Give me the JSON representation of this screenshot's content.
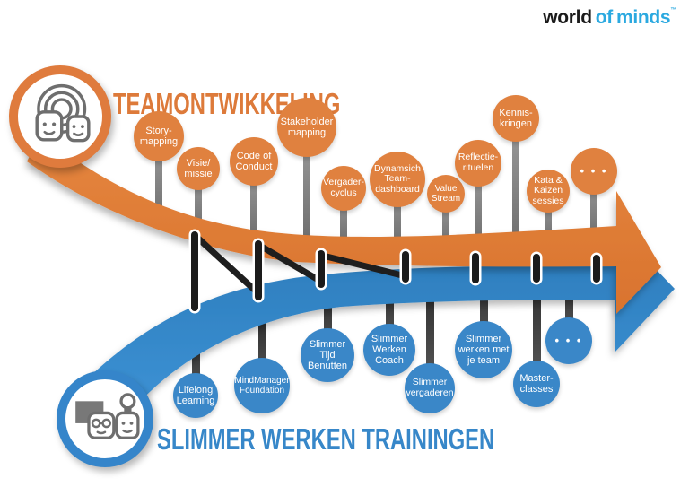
{
  "logo": {
    "word1": "world",
    "word2": "of",
    "word3": "minds",
    "mark": "™"
  },
  "team_track": {
    "title": "TEAMONTWIKKELING",
    "items": [
      {
        "label": "Story-\nmapping"
      },
      {
        "label": "Visie/\nmissie"
      },
      {
        "label": "Code of\nConduct"
      },
      {
        "label": "Stakeholder\nmapping"
      },
      {
        "label": "Vergader-\ncyclus"
      },
      {
        "label": "Dynamsich\nTeam-\ndashboard"
      },
      {
        "label": "Value\nStream"
      },
      {
        "label": "Reflectie-\nrituelen"
      },
      {
        "label": "Kennis-\nkringen"
      },
      {
        "label": "Kata &\nKaizen\nsessies"
      },
      {
        "label": "• • •"
      }
    ]
  },
  "trainings_track": {
    "title": "SLIMMER WERKEN TRAININGEN",
    "items": [
      {
        "label": "Lifelong\nLearning"
      },
      {
        "label": "MindManager\nFoundation"
      },
      {
        "label": "Slimmer\nTijd\nBenutten"
      },
      {
        "label": "Slimmer\nWerken\nCoach"
      },
      {
        "label": "Slimmer\nvergaderen"
      },
      {
        "label": "Slimmer\nwerken met\nje team"
      },
      {
        "label": "Master-\nclasses"
      },
      {
        "label": "• • •"
      }
    ]
  },
  "colors": {
    "orange_band": "#DF7B3D",
    "orange_bubble": "#E0813F",
    "blue_band": "#2E85C6",
    "blue_bubble": "#3A87C8",
    "logo_blue": "#2BA9E0",
    "logo_black": "#1B1B1B",
    "stick_gray": "#8E8E8E",
    "stitch_black": "#1E1E1E"
  }
}
